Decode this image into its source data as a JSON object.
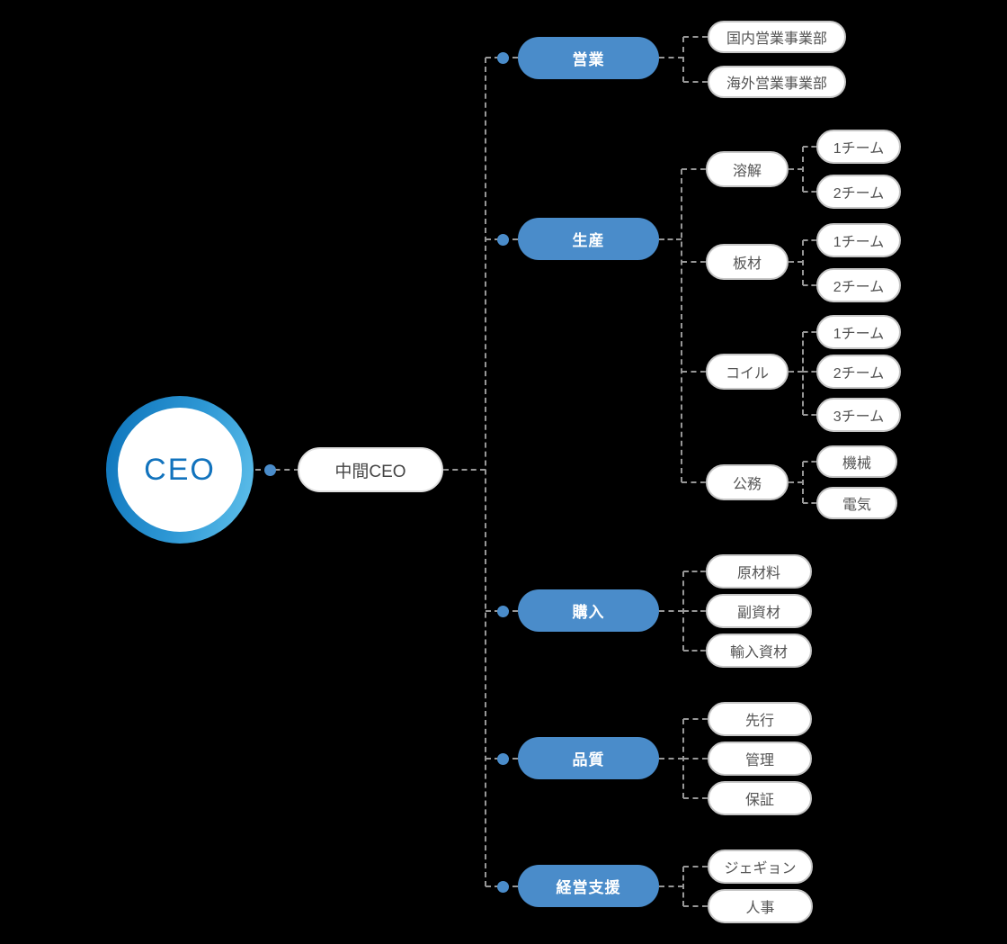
{
  "diagram": {
    "ceo": {
      "label": "CEO"
    },
    "intermediate": {
      "label": "中間CEO"
    },
    "departments": [
      {
        "label": "営業",
        "children": [
          {
            "label": "国内営業事業部"
          },
          {
            "label": "海外営業事業部"
          }
        ]
      },
      {
        "label": "生産",
        "children": [
          {
            "label": "溶解",
            "children": [
              {
                "label": "1チーム"
              },
              {
                "label": "2チーム"
              }
            ]
          },
          {
            "label": "板材",
            "children": [
              {
                "label": "1チーム"
              },
              {
                "label": "2チーム"
              }
            ]
          },
          {
            "label": "コイル",
            "children": [
              {
                "label": "1チーム"
              },
              {
                "label": "2チーム"
              },
              {
                "label": "3チーム"
              }
            ]
          },
          {
            "label": "公務",
            "children": [
              {
                "label": "機械"
              },
              {
                "label": "電気"
              }
            ]
          }
        ]
      },
      {
        "label": "購入",
        "children": [
          {
            "label": "原材料"
          },
          {
            "label": "副資材"
          },
          {
            "label": "輸入資材"
          }
        ]
      },
      {
        "label": "品質",
        "children": [
          {
            "label": "先行"
          },
          {
            "label": "管理"
          },
          {
            "label": "保証"
          }
        ]
      },
      {
        "label": "経営支援",
        "children": [
          {
            "label": "ジェギョン"
          },
          {
            "label": "人事"
          }
        ]
      }
    ],
    "colors": {
      "background": "#000000",
      "department_blue": "#4a8cca",
      "ceo_ring_gradient_start": "#0d73ba",
      "ceo_ring_gradient_end": "#63c3ec",
      "ceo_text_blue": "#1273bd",
      "connector_gray": "#979797",
      "white_pill_text": "#545454"
    }
  }
}
